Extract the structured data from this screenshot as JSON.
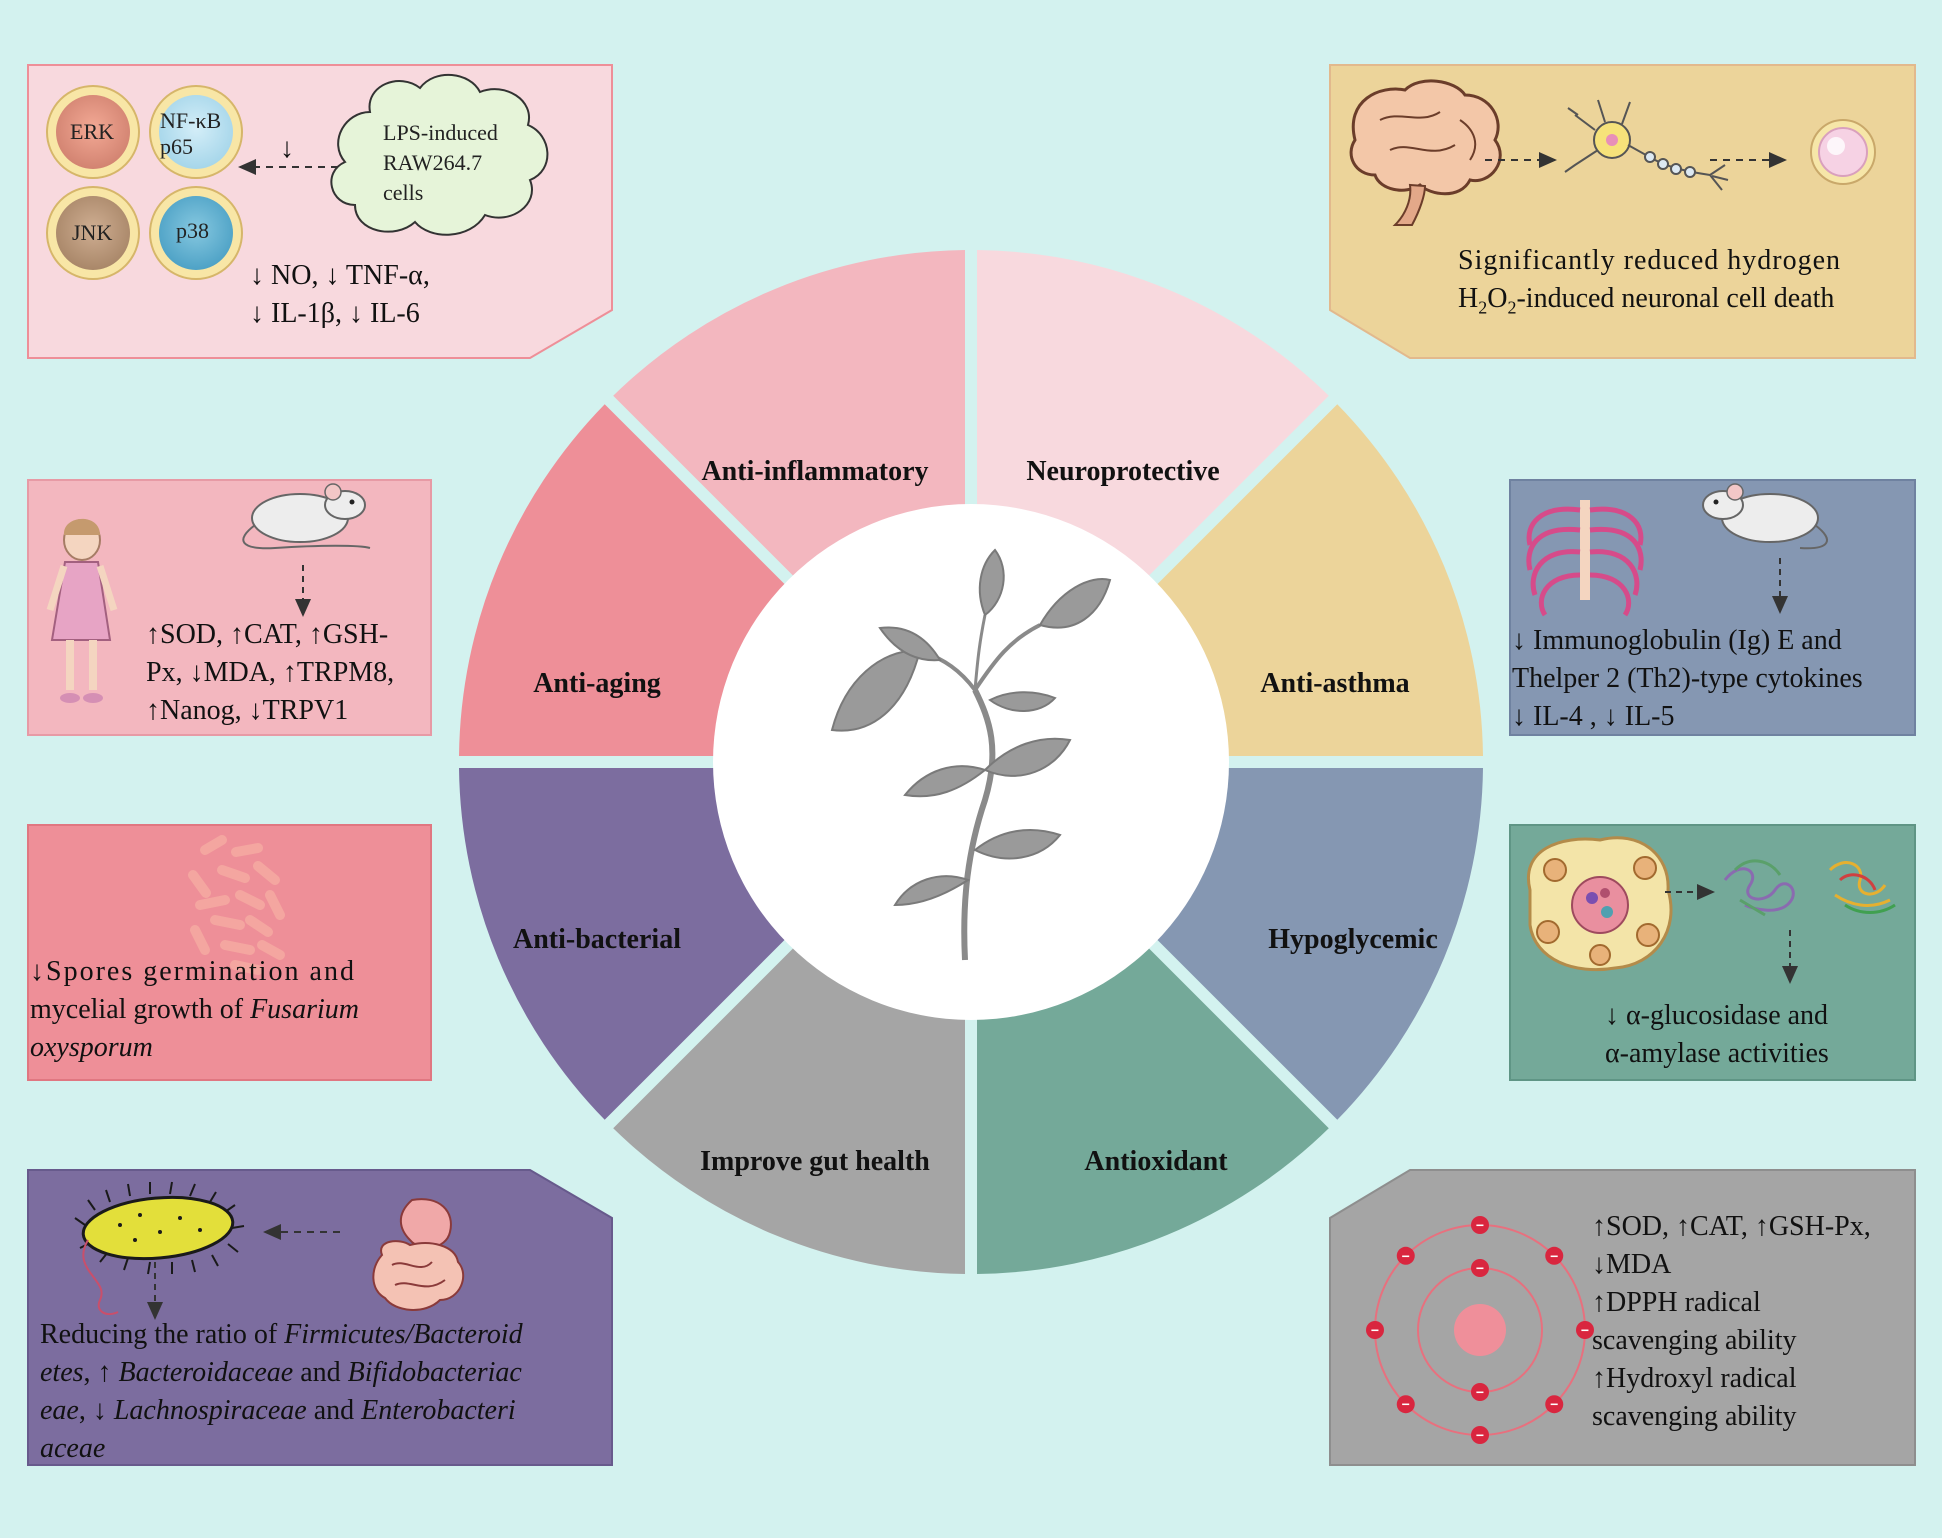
{
  "center_wheel": {
    "segments": [
      {
        "label": "Anti-inflammatory",
        "color": "#f8d9de"
      },
      {
        "label": "Neuroprotective",
        "color": "#ecd49a"
      },
      {
        "label": "Anti-asthma",
        "color": "#8597b2"
      },
      {
        "label": "Hypoglycemic",
        "color": "#74a999"
      },
      {
        "label": "Antioxidant",
        "color": "#a5a5a5"
      },
      {
        "label": "Improve gut health",
        "color": "#7c6d9f"
      },
      {
        "label": "Anti-bacterial",
        "color": "#ee8f98"
      },
      {
        "label": "Anti-aging",
        "color": "#f3b7bf"
      }
    ],
    "center_icon": "plant-sprig-icon"
  },
  "anti_inflammatory_box": {
    "bg": "#f8d9de",
    "pathway_circles": [
      "ERK",
      "NF-κB p65",
      "JNK",
      "p38"
    ],
    "cloud_text": [
      "LPS-induced",
      "RAW264.7",
      "cells"
    ],
    "arrow_down_symbol": "↓",
    "line1": "↓ NO,   ↓ TNF-α,",
    "line2": "↓ IL-1β,  ↓ IL-6"
  },
  "neuroprotective_box": {
    "bg": "#ecd49a",
    "icons": [
      "brain-icon",
      "neuron-icon",
      "cell-icon"
    ],
    "line1": "Significantly reduced hydrogen",
    "line2_pre": "H",
    "line2_sub1": "2",
    "line2_mid": "O",
    "line2_sub2": "2",
    "line2_post": "-induced neuronal cell death"
  },
  "anti_aging_box": {
    "bg": "#f3b7bf",
    "icons": [
      "woman-icon",
      "mouse-icon"
    ],
    "line1": "↑SOD, ↑CAT, ↑GSH-",
    "line2": "Px, ↓MDA, ↑TRPM8,",
    "line3": "↑Nanog, ↓TRPV1"
  },
  "anti_asthma_box": {
    "bg": "#8597b2",
    "icons": [
      "ribcage-icon",
      "mouse-icon"
    ],
    "line1": "↓ Immunoglobulin (Ig) E and",
    "line2": "Thelper 2 (Th2)-type cytokines",
    "line3": "↓ IL-4 , ↓ IL-5"
  },
  "anti_bacterial_box": {
    "bg": "#ee8f98",
    "icons": [
      "bacteria-cluster-icon"
    ],
    "line1": "↓Spores germination and",
    "line2_pre": "mycelial growth of ",
    "line2_italic": "Fusarium",
    "line3_italic": "oxysporum"
  },
  "hypoglycemic_box": {
    "bg": "#74a999",
    "icons": [
      "pancreas-islet-icon",
      "protein-structure-icon"
    ],
    "line1": "↓ α-glucosidase and",
    "line2": "α-amylase activities"
  },
  "gut_box": {
    "bg": "#7c6d9f",
    "icons": [
      "bacterium-icon",
      "digestive-system-icon"
    ],
    "l1_pre": "Reducing the ratio of ",
    "l1_it": "Firmicutes/Bacteroid",
    "l2_it1": "etes",
    "l2_mid": ", ↑ ",
    "l2_it2": "Bacteroidaceae",
    "l2_and": " and ",
    "l2_it3": "Bifidobacteriac",
    "l3_it1": "eae",
    "l3_mid": ", ↓ ",
    "l3_it2": "Lachnospiraceae",
    "l3_and": " and ",
    "l3_it3": "Enterobacteri",
    "l4_it": "aceae"
  },
  "antioxidant_box": {
    "bg": "#a5a5a5",
    "icons": [
      "atom-radical-icon"
    ],
    "electron_symbol": "−",
    "line1": "↑SOD, ↑CAT, ↑GSH-Px,",
    "line2": "↓MDA",
    "line3": "↑DPPH radical",
    "line4": "scavenging ability",
    "line5": "↑Hydroxyl radical",
    "line6": "scavenging ability"
  }
}
